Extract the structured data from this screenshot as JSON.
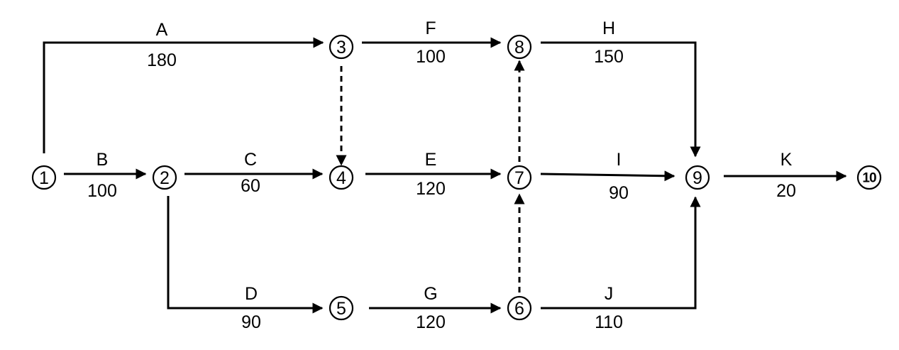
{
  "nodes": [
    {
      "id": "1",
      "label": "1"
    },
    {
      "id": "2",
      "label": "2"
    },
    {
      "id": "3",
      "label": "3"
    },
    {
      "id": "4",
      "label": "4"
    },
    {
      "id": "5",
      "label": "5"
    },
    {
      "id": "6",
      "label": "6"
    },
    {
      "id": "7",
      "label": "7"
    },
    {
      "id": "8",
      "label": "8"
    },
    {
      "id": "9",
      "label": "9"
    },
    {
      "id": "10",
      "label": "10"
    }
  ],
  "activities": [
    {
      "id": "A",
      "name": "A",
      "duration": "180",
      "from": "1",
      "to": "3"
    },
    {
      "id": "B",
      "name": "B",
      "duration": "100",
      "from": "1",
      "to": "2"
    },
    {
      "id": "C",
      "name": "C",
      "duration": "60",
      "from": "2",
      "to": "4"
    },
    {
      "id": "D",
      "name": "D",
      "duration": "90",
      "from": "2",
      "to": "5"
    },
    {
      "id": "E",
      "name": "E",
      "duration": "120",
      "from": "4",
      "to": "7"
    },
    {
      "id": "F",
      "name": "F",
      "duration": "100",
      "from": "3",
      "to": "8"
    },
    {
      "id": "G",
      "name": "G",
      "duration": "120",
      "from": "5",
      "to": "6"
    },
    {
      "id": "H",
      "name": "H",
      "duration": "150",
      "from": "8",
      "to": "9"
    },
    {
      "id": "I",
      "name": "I",
      "duration": "90",
      "from": "7",
      "to": "9"
    },
    {
      "id": "J",
      "name": "J",
      "duration": "110",
      "from": "6",
      "to": "9"
    },
    {
      "id": "K",
      "name": "K",
      "duration": "20",
      "from": "9",
      "to": "10"
    }
  ],
  "dummies": [
    {
      "from": "3",
      "to": "4"
    },
    {
      "from": "6",
      "to": "7"
    },
    {
      "from": "7",
      "to": "8"
    }
  ]
}
